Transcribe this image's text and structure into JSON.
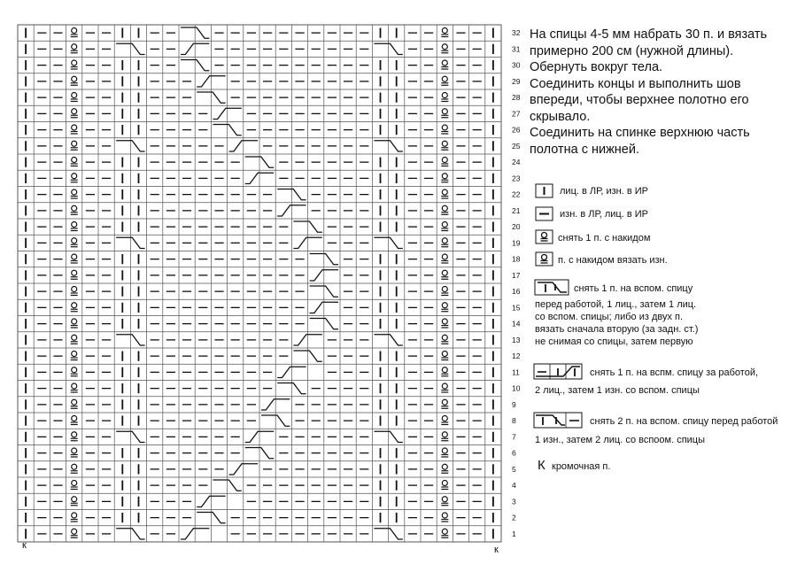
{
  "instructions": [
    "На спицы 4-5 мм набрать 30 п. и вязать",
    "примерно 200 см (нужной длины).",
    "Обернуть вокруг тела.",
    "Соединить концы и выполнить шов",
    "впереди, чтобы верхнее полотно его",
    "скрывало.",
    "Соединить на спинке верхнюю часть",
    "полотна с нижней."
  ],
  "row_numbers": [
    "32",
    "31",
    "30",
    "29",
    "28",
    "27",
    "26",
    "25",
    "24",
    "23",
    "22",
    "21",
    "20",
    "19",
    "18",
    "17",
    "16",
    "15",
    "14",
    "13",
    "12",
    "11",
    "10",
    "9",
    "8",
    "7",
    "6",
    "5",
    "4",
    "3",
    "2",
    "1"
  ],
  "edge_marks": {
    "left": "к",
    "right": "к"
  },
  "legend": {
    "knit": "лиц. в ЛР, изн. в ИР",
    "purl": "изн. в ЛР, лиц. в ИР",
    "slip": "снять 1 п. с накидом",
    "slip_purl": "п. с накидом вязать изн.",
    "cross_front": [
      "снять 1 п. на вспом. спицу",
      "перед работой, 1 лиц., затем 1 лиц.",
      "со вспом. спицы; либо из двух п.",
      "вязать сначала вторую (за задн. ст.)",
      "не снимая со спицы, затем первую"
    ],
    "cross_back": [
      "снять 1 п. на вспм. спицу за работой,",
      "2 лиц., затем 1 изн. со вспом. спицы"
    ],
    "cross_front2": [
      "снять 2 п. на вспом. спицу перед работой",
      "1 изн., затем 2 лиц. со вспоом. спицы"
    ],
    "edge_symbol": "К",
    "edge": "кромочная п."
  },
  "colors": {
    "grid": "#555555",
    "ink": "#111111",
    "background": "#ffffff"
  },
  "grid": {
    "columns": 30,
    "rows": 32
  }
}
